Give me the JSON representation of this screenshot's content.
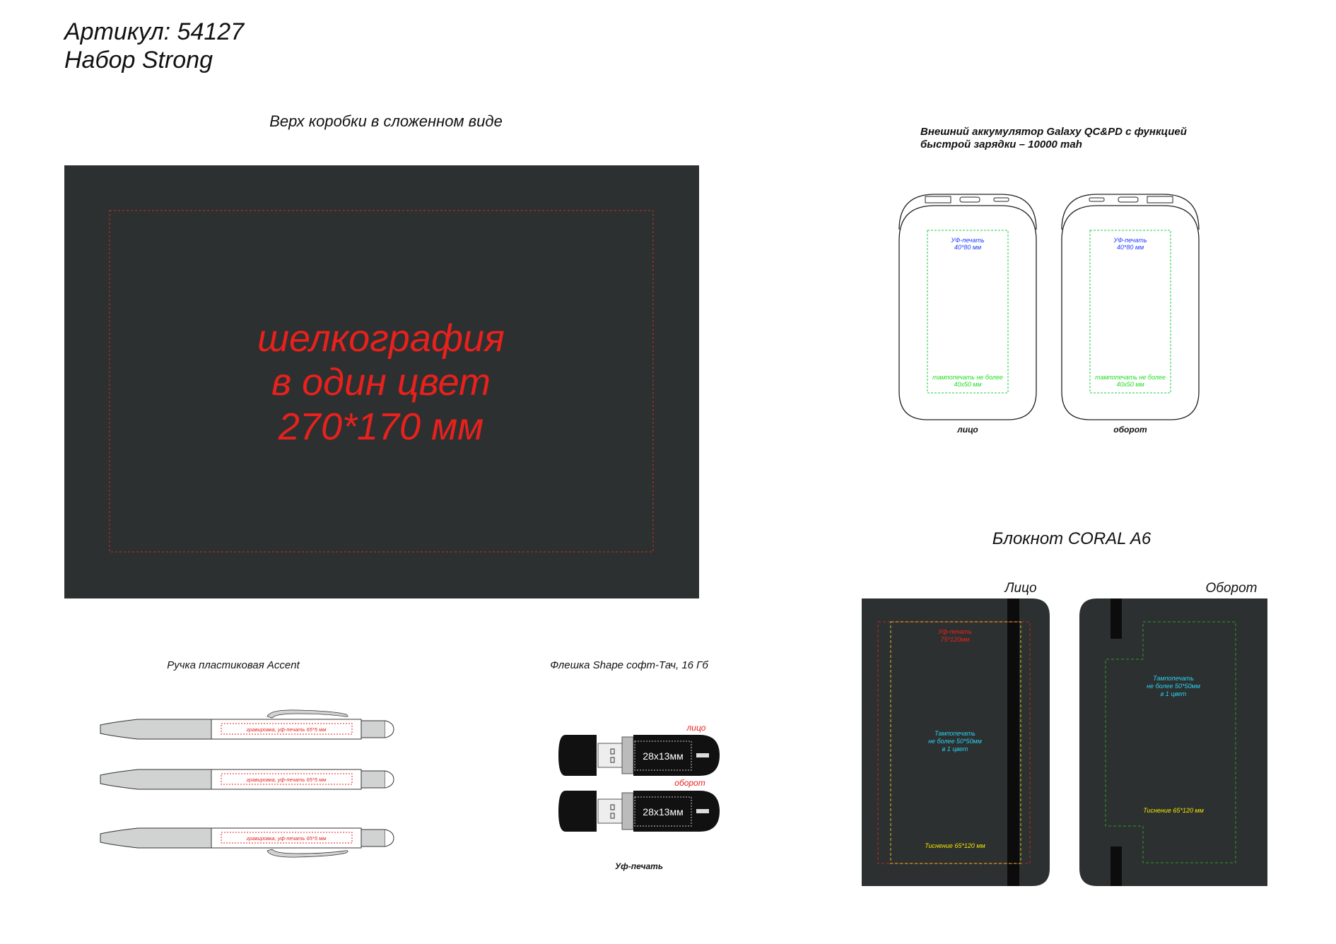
{
  "header": {
    "article": "Артикул:  54127",
    "set_name": "Набор Strong"
  },
  "box": {
    "title": "Верх коробки в сложенном виде",
    "print_lines": [
      "шелкография",
      "в один цвет",
      "270*170 мм"
    ]
  },
  "powerbank": {
    "title_lines": [
      "Внешний аккумулятор Galaxy QC&PD с функцией",
      "быстрой зарядки – 10000 mah"
    ],
    "uv_lines": [
      "УФ-печать",
      "40*80 мм"
    ],
    "pad_lines": [
      "тампопечать не более",
      "40x50 мм"
    ],
    "front_label": "лицо",
    "back_label": "оборот"
  },
  "notebook": {
    "title": "Блокнот CORAL A6",
    "front_label": "Лицо",
    "back_label": "Оборот",
    "uv_lines": [
      "Уф-печать",
      "75*120мм"
    ],
    "pad_lines": [
      "Тампопечать",
      "не более 50*50мм",
      "в 1 цвет"
    ],
    "emboss": "Тиснение 65*120 мм"
  },
  "pen": {
    "title": "Ручка пластиковая Accent",
    "area_label": "гравировка, уф-печать 65*5 мм"
  },
  "usb": {
    "title": "Флешка Shape софт-Тач, 16 Гб",
    "front_label": "лицо",
    "back_label": "оборот",
    "area": "28x13мм",
    "method": "Уф-печать"
  },
  "colors": {
    "dark": "#2d3030",
    "red": "#e8211d",
    "blue": "#1f3cff",
    "green": "#22dd22",
    "cyan": "#2ad0f0",
    "yellow": "#f2e600"
  }
}
